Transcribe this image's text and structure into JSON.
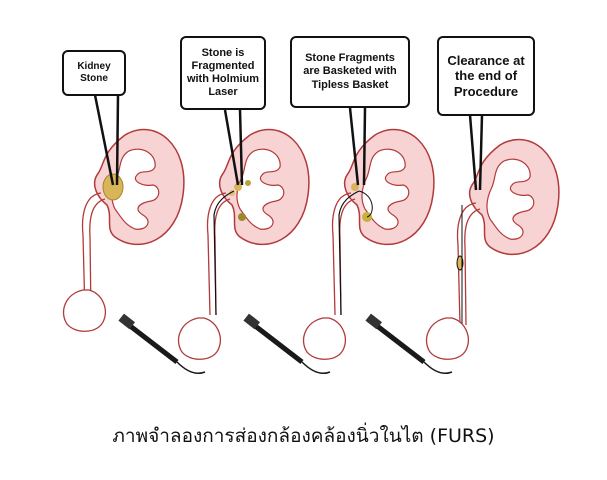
{
  "panels": [
    {
      "label": "Kidney Stone"
    },
    {
      "label": "Stone is Fragmented with Holmium Laser"
    },
    {
      "label": "Stone Fragments are Basketed with Tipless Basket"
    },
    {
      "label": "Clearance at the end of Procedure"
    }
  ],
  "caption": "ภาพจำลองการส่องกล้องคล้องนิ่วในไต (FURS)",
  "colors": {
    "kidney_fill": "#f7d3d3",
    "kidney_outline": "#b23a3a",
    "stone": "#d9b55a",
    "scope": "#1a1a1a"
  }
}
